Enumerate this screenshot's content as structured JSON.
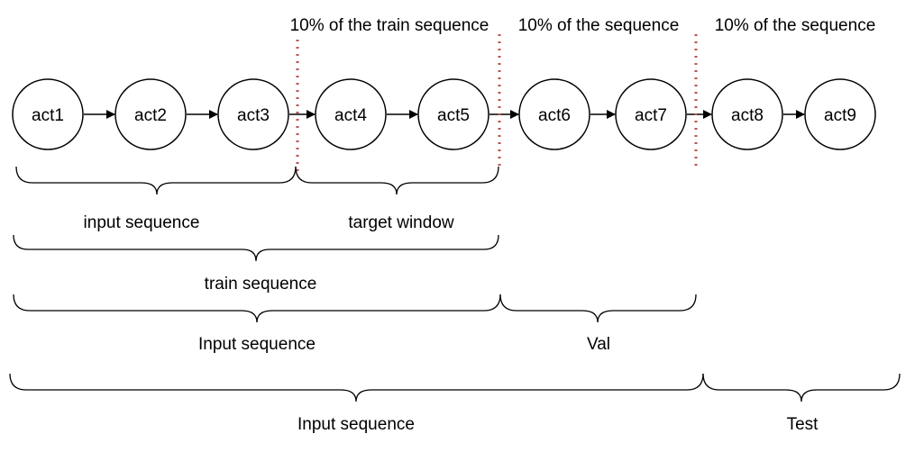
{
  "nodes": [
    "act1",
    "act2",
    "act3",
    "act4",
    "act5",
    "act6",
    "act7",
    "act8",
    "act9"
  ],
  "split_labels": [
    "10% of the train sequence",
    "10% of the sequence",
    "10% of the sequence"
  ],
  "braces": {
    "input_sequence_inner": "input sequence",
    "target_window": "target window",
    "train_sequence": "train sequence",
    "input_sequence_mid": "Input sequence",
    "val": "Val",
    "input_sequence_outer": "Input sequence",
    "test": "Test"
  },
  "colors": {
    "split_line": "#b85450",
    "stroke": "#000000",
    "background": "#ffffff"
  }
}
